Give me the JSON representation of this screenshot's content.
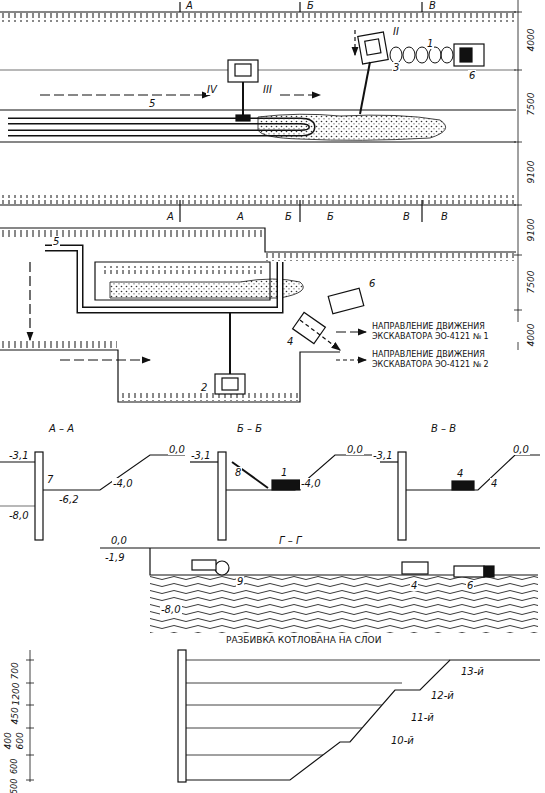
{
  "diagram": {
    "labels": [
      "А",
      "Б",
      "В",
      "А",
      "А",
      "Б",
      "Б",
      "В",
      "В",
      "4000",
      "7500",
      "9100",
      "9100",
      "7500",
      "4000",
      "IV",
      "III",
      "II",
      "3",
      "1",
      "6",
      "5",
      "5",
      "6",
      "4",
      "2",
      "А – А",
      "0,0",
      "-3,1",
      "7",
      "-6,2",
      "-4,0",
      "-8,0",
      "Б – Б",
      "0,0",
      "-3,1",
      "8",
      "1",
      "-4,0",
      "В – В",
      "0,0",
      "-3,1",
      "4",
      "4",
      "Г – Г",
      "0,0",
      "-1,9",
      "9",
      "4",
      "6",
      "-8,0",
      "РАЗБИВКА КОТЛОВАНА НА СЛОИ",
      "13-й",
      "12-й",
      "11-й",
      "10-й",
      "700",
      "1200",
      "450",
      "400",
      "600",
      "600",
      "500"
    ],
    "legend": [
      {
        "text": "НАПРАВЛЕНИЕ ДВИЖЕНИЯ ЭКСКАВАТОРА ЭО-4121 № 1"
      },
      {
        "text": "НАПРАВЛЕНИЕ ДВИЖЕНИЯ ЭКСКАВАТОРА ЭО-4121 № 2"
      }
    ]
  }
}
